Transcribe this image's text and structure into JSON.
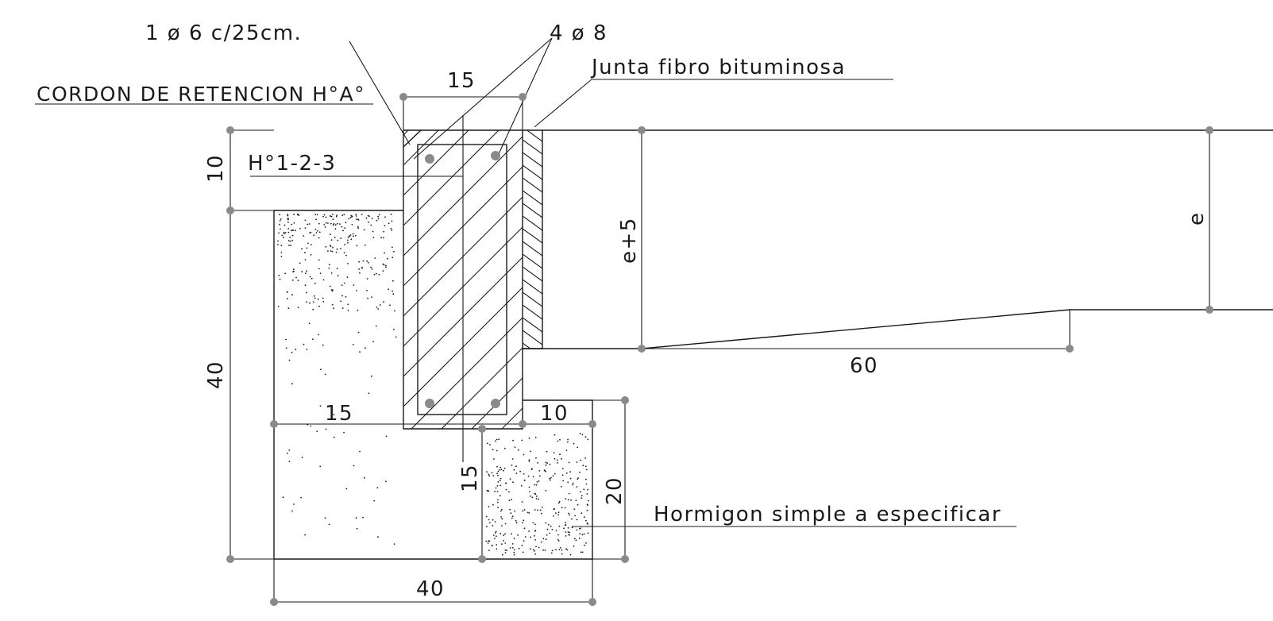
{
  "labels": {
    "stirrups": "1 ø 6 c/25cm.",
    "main_bars": "4 ø 8",
    "title": "CORDON DE RETENCION H°A°",
    "joint": "Junta fibro bituminosa",
    "concrete_mix": "H°1-2-3",
    "plain_concrete": "Hormigon simple a especificar"
  },
  "dimensions": {
    "curb_width": "15",
    "top_height": "10",
    "left_height": "40",
    "slab_edge": "e+5",
    "slab_thickness": "e",
    "transition_length": "60",
    "base_left": "15",
    "base_right": "10",
    "base_step_height": "15",
    "base_height": "20",
    "base_width": "40"
  }
}
